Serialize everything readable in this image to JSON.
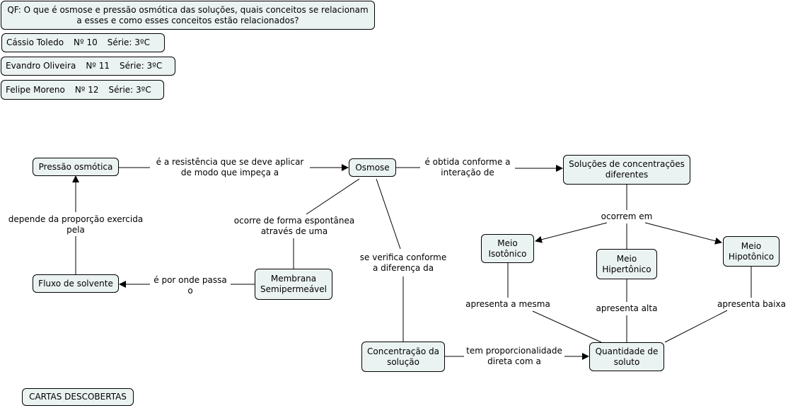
{
  "header": {
    "question": "QF: O que é osmose e pressão osmótica das soluções, quais conceitos se relacionam\na esses e como esses conceitos estão relacionados?",
    "students": [
      {
        "name": "Cássio Toledo",
        "number": "Nº 10",
        "series": "Série: 3ºC"
      },
      {
        "name": "Evandro Oliveira",
        "number": "Nº 11",
        "series": "Série: 3ºC"
      },
      {
        "name": "Felipe Moreno",
        "number": "Nº 12",
        "series": "Série: 3ºC"
      }
    ]
  },
  "concepts": {
    "pressao_osmotica": "Pressão osmótica",
    "osmose": "Osmose",
    "solucoes": "Soluções de concentrações\ndiferentes",
    "fluxo_solvente": "Fluxo de solvente",
    "membrana": "Membrana\nSemipermeável",
    "meio_isotonico": "Meio\nIsotônico",
    "meio_hipertonico": "Meio\nHipertônico",
    "meio_hipotonico": "Meio\nHipotônico",
    "concentracao_solucao": "Concentração da\nsolução",
    "quantidade_soluto": "Quantidade de\nsoluto",
    "cartas": "CARTAS DESCOBERTAS"
  },
  "links": {
    "resistencia": "é a resistência que se deve aplicar\nde modo que impeça a",
    "obtida": "é obtida conforme a\ninteração de",
    "depende": "depende da proporção exercida\npela",
    "ocorre_forma": "ocorre de forma espontânea\natravés de uma",
    "ocorrem_em": "ocorrem em",
    "se_verifica": "se verifica conforme\na diferença da",
    "por_onde": "é por onde passa\no",
    "mesma": "apresenta a mesma",
    "alta": "apresenta alta",
    "baixa": "apresenta baixa",
    "proporcionalidade": "tem proporcionalidade\ndireta com a"
  }
}
